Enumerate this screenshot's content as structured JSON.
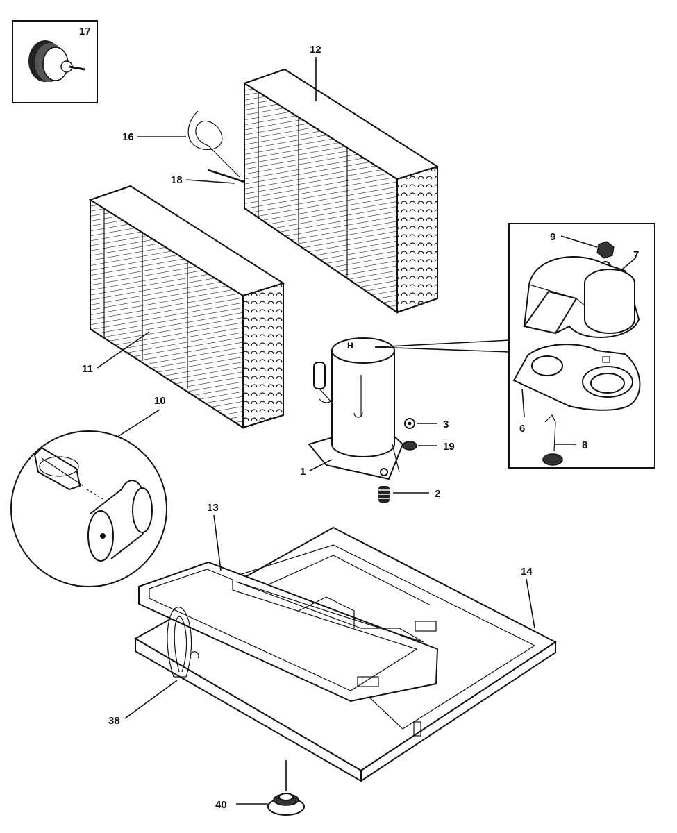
{
  "diagram": {
    "callouts": {
      "c1": "1",
      "c2": "2",
      "c3": "3",
      "c6": "6",
      "c7": "7",
      "c8": "8",
      "c9": "9",
      "c10": "10",
      "c11": "11",
      "c12": "12",
      "c13": "13",
      "c14": "14",
      "c16": "16",
      "c17": "17",
      "c18": "18",
      "c19": "19",
      "c38": "38",
      "c40": "40"
    }
  },
  "colors": {
    "ink": "#111111",
    "paper": "#ffffff"
  }
}
